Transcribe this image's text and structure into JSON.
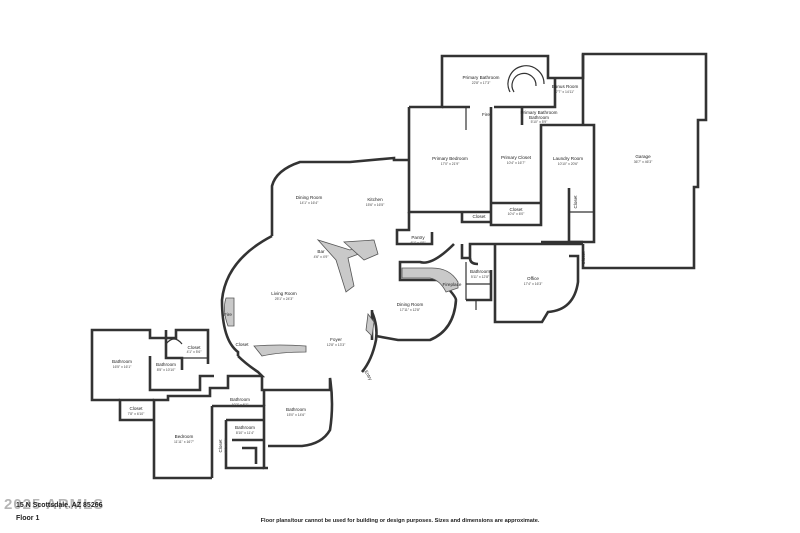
{
  "rooms": [
    {
      "id": "primary-bathroom",
      "name": "Primary Bathroom",
      "dims": "22'8\" x 17'3\""
    },
    {
      "id": "bonus-room",
      "name": "Bonus Room",
      "dims": "7'7\" x 14'11\""
    },
    {
      "id": "primary-bathroom-2",
      "name": "Primary Bathroom",
      "dims": "5'10\" x 5'9\""
    },
    {
      "id": "garage",
      "name": "Garage",
      "dims": "36'7\" x 46'3\""
    },
    {
      "id": "primary-bedroom",
      "name": "Primary Bedroom",
      "dims": "17'0\" x 21'9\""
    },
    {
      "id": "primary-closet",
      "name": "Primary Closet",
      "dims": "10'4\" x 16'7\""
    },
    {
      "id": "laundry-room",
      "name": "Laundry Room",
      "dims": "10'10\" x 20'6\""
    },
    {
      "id": "closet-1",
      "name": "Closet",
      "dims": "10'4\" x 6'0\""
    },
    {
      "id": "closet-2",
      "name": "Closet",
      "dims": ""
    },
    {
      "id": "closet-3",
      "name": "Closet",
      "dims": ""
    },
    {
      "id": "closet-4",
      "name": "Closet",
      "dims": ""
    },
    {
      "id": "dining-room",
      "name": "Dining Room",
      "dims": "14'1\" x 16'4\""
    },
    {
      "id": "kitchen",
      "name": "Kitchen",
      "dims": "15'6\" x 16'5\""
    },
    {
      "id": "pantry",
      "name": "Pantry",
      "dims": "6'1\" x 4'9\""
    },
    {
      "id": "bar",
      "name": "Bar",
      "dims": "4'6\" x 4'9\""
    },
    {
      "id": "bathroom-1",
      "name": "Bathroom",
      "dims": "5'11\" x 12'8\""
    },
    {
      "id": "office",
      "name": "Office",
      "dims": "17'4\" x 16'3\""
    },
    {
      "id": "fireplace",
      "name": "Fireplace",
      "dims": ""
    },
    {
      "id": "living-room",
      "name": "Living Room",
      "dims": "25'1\" x 24'3\""
    },
    {
      "id": "fire",
      "name": "Fire",
      "dims": ""
    },
    {
      "id": "closet-5",
      "name": "Closet",
      "dims": ""
    },
    {
      "id": "dining-room-2",
      "name": "Dining Room",
      "dims": "17'11\" x 12'8\""
    },
    {
      "id": "foyer",
      "name": "Foyer",
      "dims": "12'8\" x 13'3\""
    },
    {
      "id": "closet-6",
      "name": "Closet",
      "dims": "4'1\" x 5'6\""
    },
    {
      "id": "bathroom-2",
      "name": "Bathroom",
      "dims": "16'5\" x 16'1\""
    },
    {
      "id": "bathroom-3",
      "name": "Bathroom",
      "dims": "8'5\" x 10'10\""
    },
    {
      "id": "closet-7",
      "name": "Closet",
      "dims": "7'8\" x 6'10\""
    },
    {
      "id": "bathroom-4",
      "name": "Bathroom",
      "dims": "10'2\" x 6'1\""
    },
    {
      "id": "bathroom-5",
      "name": "Bathroom",
      "dims": "15'0\" x 14'6\""
    },
    {
      "id": "bedroom",
      "name": "Bedroom",
      "dims": "11'11\" x 16'7\""
    },
    {
      "id": "bathroom-6",
      "name": "Bathroom",
      "dims": "8'10\" x 11'4\""
    },
    {
      "id": "closet-8",
      "name": "Closet",
      "dims": "4'1\" x 6'8\""
    },
    {
      "id": "entry",
      "name": "Entry",
      "dims": ""
    },
    {
      "id": "fire-2",
      "name": "Fire",
      "dims": ""
    }
  ],
  "footer": {
    "address": "15 N  Scottsdale, AZ 85266",
    "watermark": "2025 ARMLS",
    "floor": "Floor 1",
    "disclaimer": "Floor plans/tour cannot be used for building or design purposes. Sizes and dimensions are approximate."
  }
}
